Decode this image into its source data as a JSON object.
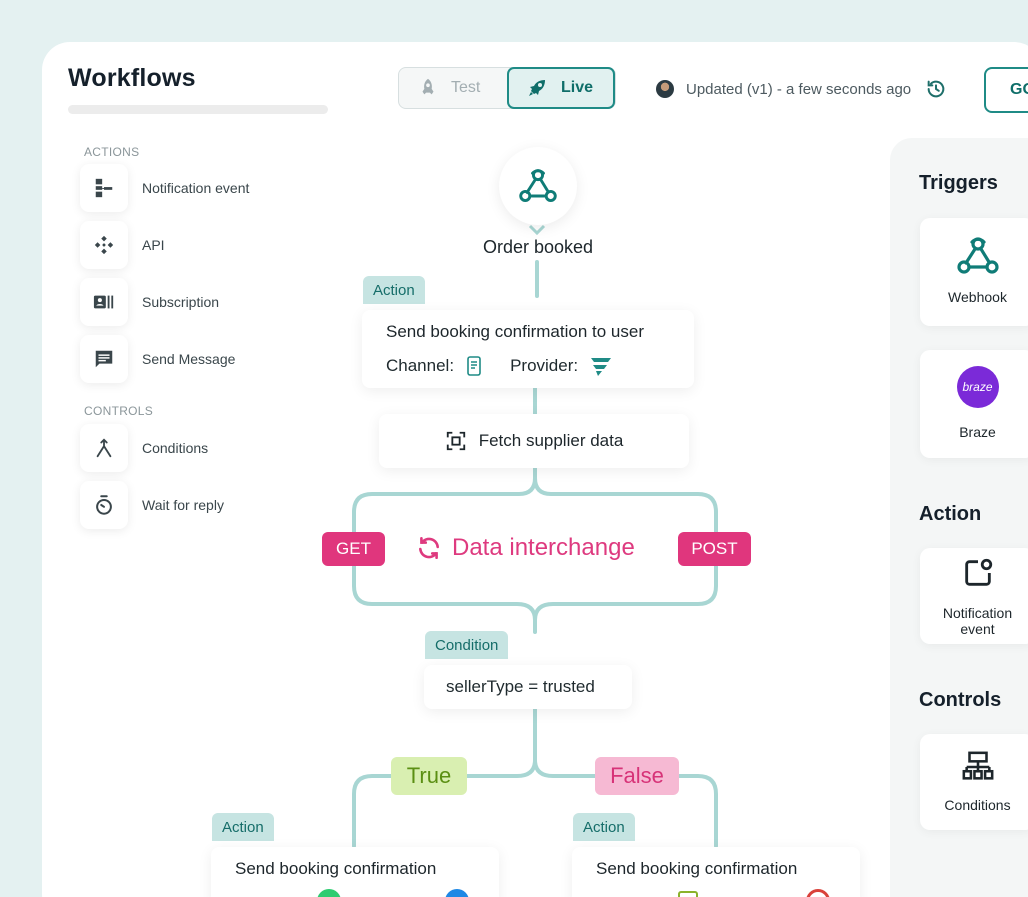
{
  "header": {
    "title": "Workflows",
    "mode_test": "Test",
    "mode_live": "Live",
    "updated_text": "Updated (v1) - a few seconds ago",
    "go_label": "GO"
  },
  "sidebar": {
    "actions_heading": "ACTIONS",
    "controls_heading": "CONTROLS",
    "actions": [
      {
        "label": "Notification event",
        "icon": "flow-icon"
      },
      {
        "label": "API",
        "icon": "api-icon"
      },
      {
        "label": "Subscription",
        "icon": "subscription-icon"
      },
      {
        "label": "Send Message",
        "icon": "message-icon"
      }
    ],
    "controls": [
      {
        "label": "Conditions",
        "icon": "branch-icon"
      },
      {
        "label": "Wait for reply",
        "icon": "timer-icon"
      }
    ]
  },
  "flow": {
    "trigger_label": "Order booked",
    "action1": {
      "tag": "Action",
      "title": "Send booking confirmation to user",
      "channel_label": "Channel:",
      "provider_label": "Provider:"
    },
    "fetch_label": "Fetch supplier data",
    "get_label": "GET",
    "post_label": "POST",
    "exchange_label": "Data interchange",
    "condition": {
      "tag": "Condition",
      "expression": "sellerType = trusted"
    },
    "true_label": "True",
    "false_label": "False",
    "left_action": {
      "tag": "Action",
      "title": "Send booking confirmation"
    },
    "right_action": {
      "tag": "Action",
      "title": "Send booking confirmation"
    }
  },
  "right_panel": {
    "triggers_title": "Triggers",
    "webhook_label": "Webhook",
    "braze_label": "Braze",
    "braze_logo_text": "braze",
    "action_title": "Action",
    "notification_label": "Notification event",
    "controls_title": "Controls",
    "conditions_label": "Conditions"
  },
  "colors": {
    "teal": "#1f8b86",
    "pink": "#e0367d",
    "braze_purple": "#7b2ad8",
    "connector": "#a8d6d3"
  }
}
